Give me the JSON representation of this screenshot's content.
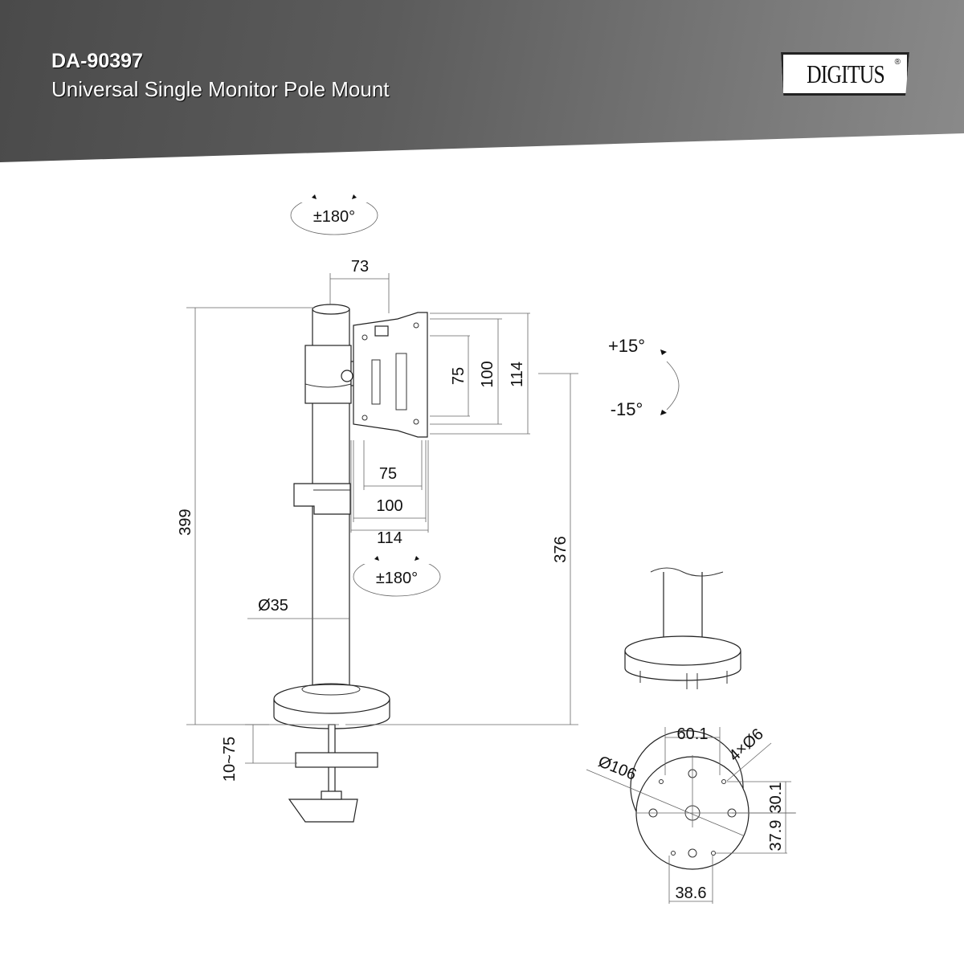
{
  "header": {
    "model": "DA-90397",
    "subtitle": "Universal Single Monitor Pole Mount",
    "logo": "DIGITUS",
    "logo_reg": "®"
  },
  "dimensions": {
    "rotation_top": "±180°",
    "rotation_bottom": "±180°",
    "arm_offset": "73",
    "vesa_v_75": "75",
    "vesa_v_100": "100",
    "vesa_v_114": "114",
    "vesa_h_75": "75",
    "vesa_h_100": "100",
    "vesa_h_114": "114",
    "tilt_up": "+15°",
    "tilt_down": "-15°",
    "total_height": "399",
    "mount_height": "376",
    "pole_diameter": "Ø35",
    "clamp_range": "10~75",
    "base_hole_spacing": "60.1",
    "base_holes": "4×Ø6",
    "base_diameter": "Ø106",
    "base_offset_upper": "30.1",
    "base_offset_lower": "37.9",
    "base_bottom_spacing": "38.6"
  }
}
